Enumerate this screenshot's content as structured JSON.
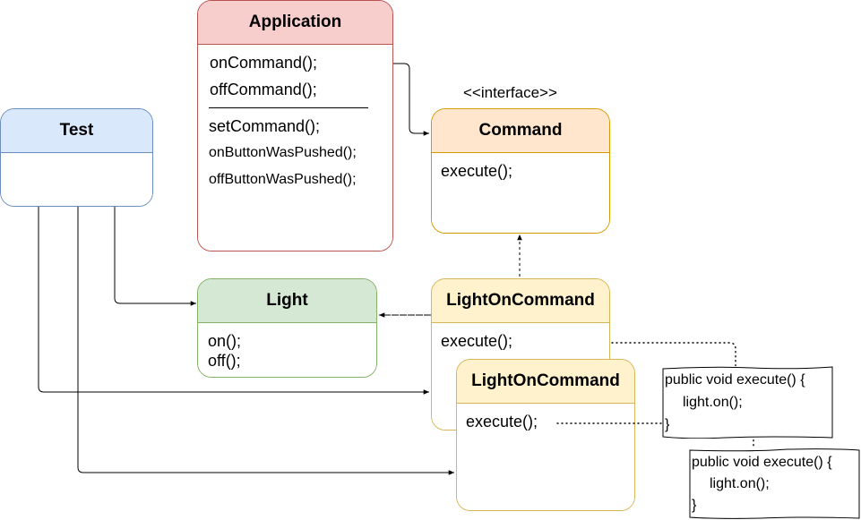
{
  "application": {
    "name": "Application",
    "methods": [
      "onCommand();",
      "offCommand();",
      "setCommand();",
      "onButtonWasPushed();",
      "offButtonWasPushed();"
    ]
  },
  "command": {
    "stereotype": "<<interface>>",
    "name": "Command",
    "methods": [
      "execute();"
    ]
  },
  "test": {
    "name": "Test"
  },
  "light": {
    "name": "Light",
    "methods": [
      "on();",
      "off();"
    ]
  },
  "light_on_command_1": {
    "name": "LightOnCommand",
    "methods": [
      "execute();"
    ]
  },
  "light_on_command_2": {
    "name": "LightOnCommand",
    "methods": [
      "execute();"
    ]
  },
  "note_1": {
    "lines": [
      "public void execute() {",
      "light.on();",
      "}"
    ]
  },
  "note_2": {
    "lines": [
      "public void execute() {",
      "light.on();",
      "}"
    ]
  },
  "colors": {
    "application_fill": "#f8cecc",
    "application_stroke": "#b85450",
    "command_fill": "#ffe6cc",
    "command_stroke": "#d79b00",
    "test_fill": "#dae8fc",
    "test_stroke": "#6c8ebf",
    "light_fill": "#d5e8d4",
    "light_stroke": "#82b366",
    "command_impl_fill": "#fff2cc",
    "command_impl_stroke": "#d6b656"
  }
}
